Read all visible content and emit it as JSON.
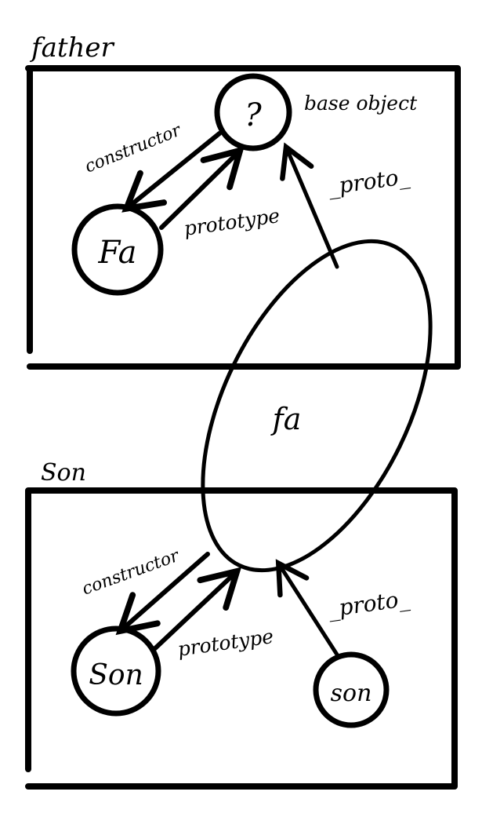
{
  "father_group": {
    "title": "father",
    "base_object_symbol": "?",
    "base_object_label": "base object",
    "constructor_label": "constructor",
    "function_label": "Fa",
    "prototype_label": "prototype",
    "proto_label": "_proto_"
  },
  "middle": {
    "instance_label": "fa"
  },
  "son_group": {
    "title": "Son",
    "constructor_label": "constructor",
    "function_label": "Son",
    "prototype_label": "prototype",
    "instance_label": "son",
    "proto_label": "_proto_"
  },
  "colors": {
    "ink": "#000000",
    "background": "#ffffff"
  }
}
